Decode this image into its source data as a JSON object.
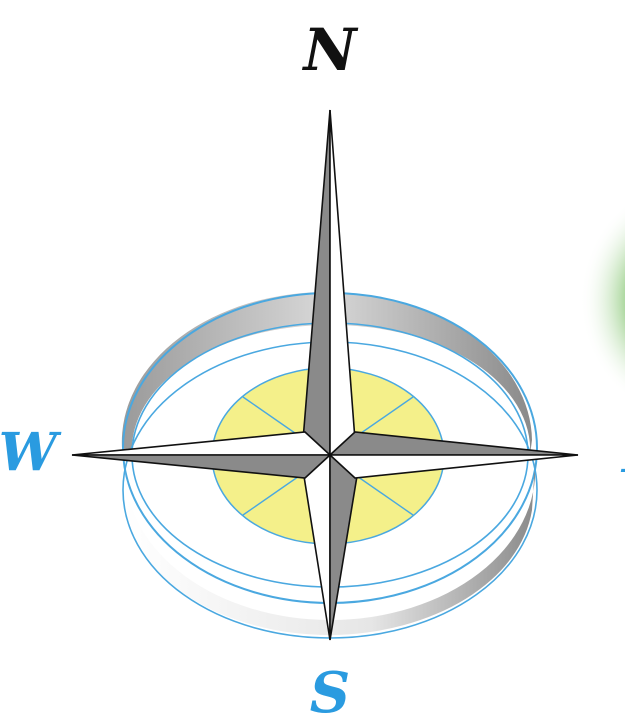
{
  "compass": {
    "north_label": "N",
    "south_label": "S",
    "west_label": "W",
    "east_label": "E"
  },
  "colors": {
    "north_label": "#111111",
    "cardinal_label": "#2a9be0",
    "ring_outline": "#4aa8e0",
    "center_disc_fill": "#f4f08a",
    "star_dark": "#8a8a8a",
    "star_light": "#ffffff",
    "background_blob": "#7fc36f"
  }
}
